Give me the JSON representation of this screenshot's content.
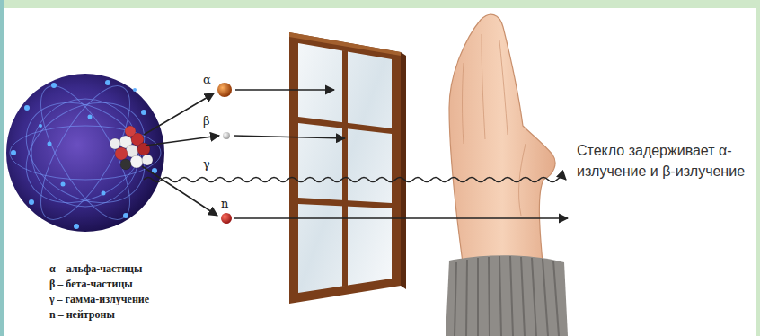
{
  "diagram": {
    "labels": [
      "α",
      "β",
      "γ",
      "n",
      "Стекло задерживает α-излучение и β-излучение",
      "α – альфа-частицы",
      "β – бета-частицы",
      "γ – гамма-излучение",
      "n – нейтроны"
    ]
  }
}
